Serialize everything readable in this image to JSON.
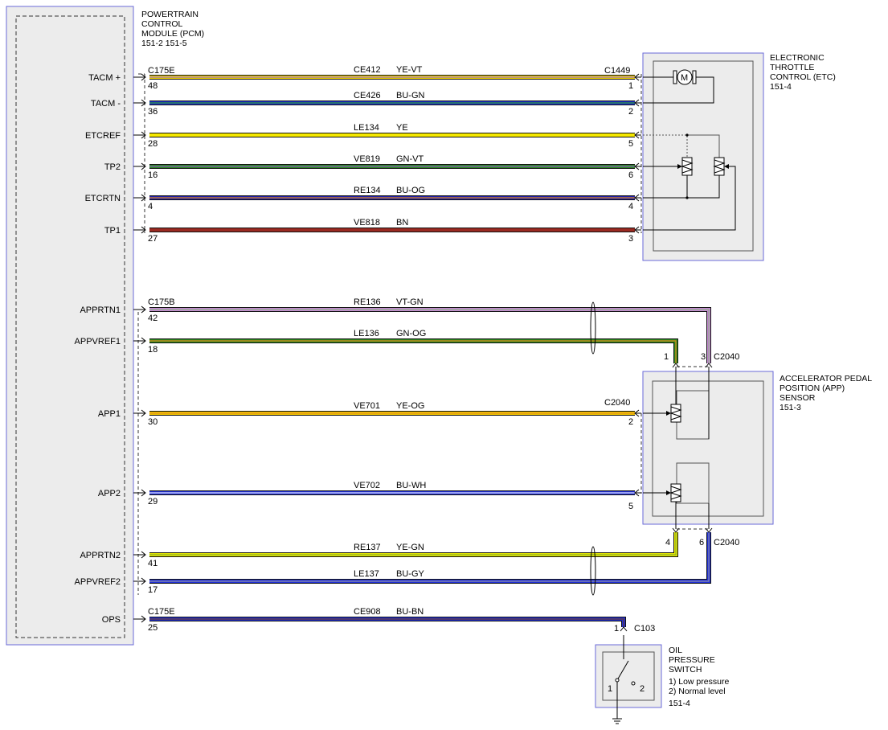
{
  "pcm": {
    "title": [
      "POWERTRAIN",
      "CONTROL",
      "MODULE (PCM)",
      "151-2  151-5"
    ]
  },
  "etc": {
    "title": [
      "ELECTRONIC",
      "THROTTLE",
      "CONTROL (ETC)",
      "151-4"
    ],
    "motor_symbol": "M"
  },
  "app": {
    "title": [
      "ACCELERATOR PEDAL",
      "POSITION (APP)",
      "SENSOR",
      "151-3"
    ]
  },
  "ops": {
    "title": [
      "OIL",
      "PRESSURE",
      "SWITCH",
      "1) Low pressure",
      "2) Normal level",
      "151-4"
    ],
    "pin1": "1",
    "pin2": "2"
  },
  "connectors": {
    "c175e_top": "C175E",
    "c175b": "C175B",
    "c175e_bottom": "C175E",
    "c1449": "C1449",
    "c2040_top": "C2040",
    "c2040_mid": "C2040",
    "c2040_bottom": "C2040",
    "c103": "C103"
  },
  "wires": [
    {
      "signal": "TACM +",
      "pcm_pin": "48",
      "circuit": "CE412",
      "color_code": "YE-VT",
      "dest_pin": "1",
      "color": "#f5d800",
      "stripe": "#9a6fc8"
    },
    {
      "signal": "TACM -",
      "pcm_pin": "36",
      "circuit": "CE426",
      "color_code": "BU-GN",
      "dest_pin": "2",
      "color": "#1f2fd6",
      "stripe": "#2a9a2a"
    },
    {
      "signal": "ETCREF",
      "pcm_pin": "28",
      "circuit": "LE134",
      "color_code": "YE",
      "dest_pin": "5",
      "color": "#f5e800",
      "stripe": "#f5e800"
    },
    {
      "signal": "TP2",
      "pcm_pin": "16",
      "circuit": "VE819",
      "color_code": "GN-VT",
      "dest_pin": "6",
      "color": "#2a8a1e",
      "stripe": "#8a5ec0"
    },
    {
      "signal": "ETCRTN",
      "pcm_pin": "4",
      "circuit": "RE134",
      "color_code": "BU-OG",
      "dest_pin": "4",
      "color": "#2020b0",
      "stripe": "#e08a1e"
    },
    {
      "signal": "TP1",
      "pcm_pin": "27",
      "circuit": "VE818",
      "color_code": "BN",
      "dest_pin": "3",
      "color": "#9a2a22",
      "stripe": "#9a2a22"
    },
    {
      "signal": "APPRTN1",
      "pcm_pin": "42",
      "circuit": "RE136",
      "color_code": "VT-GN",
      "dest_pin": "3",
      "color": "#c88ad6",
      "stripe": "#8fb08a"
    },
    {
      "signal": "APPVREF1",
      "pcm_pin": "18",
      "circuit": "LE136",
      "color_code": "GN-OG",
      "dest_pin": "1",
      "color": "#2a8a1e",
      "stripe": "#e08a1e"
    },
    {
      "signal": "APP1",
      "pcm_pin": "30",
      "circuit": "VE701",
      "color_code": "YE-OG",
      "dest_pin": "2",
      "color": "#f5c800",
      "stripe": "#e0901e"
    },
    {
      "signal": "APP2",
      "pcm_pin": "29",
      "circuit": "VE702",
      "color_code": "BU-WH",
      "dest_pin": "5",
      "color": "#1f2fd6",
      "stripe": "#e8e8ff"
    },
    {
      "signal": "APPRTN2",
      "pcm_pin": "41",
      "circuit": "RE137",
      "color_code": "YE-GN",
      "dest_pin": "4",
      "color": "#e8e800",
      "stripe": "#8ab02a"
    },
    {
      "signal": "APPVREF2",
      "pcm_pin": "17",
      "circuit": "LE137",
      "color_code": "BU-GY",
      "dest_pin": "6",
      "color": "#1f2fd6",
      "stripe": "#9090a8"
    },
    {
      "signal": "OPS",
      "pcm_pin": "25",
      "circuit": "CE908",
      "color_code": "BU-BN",
      "dest_pin": "1",
      "color": "#1f2fd6",
      "stripe": "#6a3a2a"
    }
  ]
}
